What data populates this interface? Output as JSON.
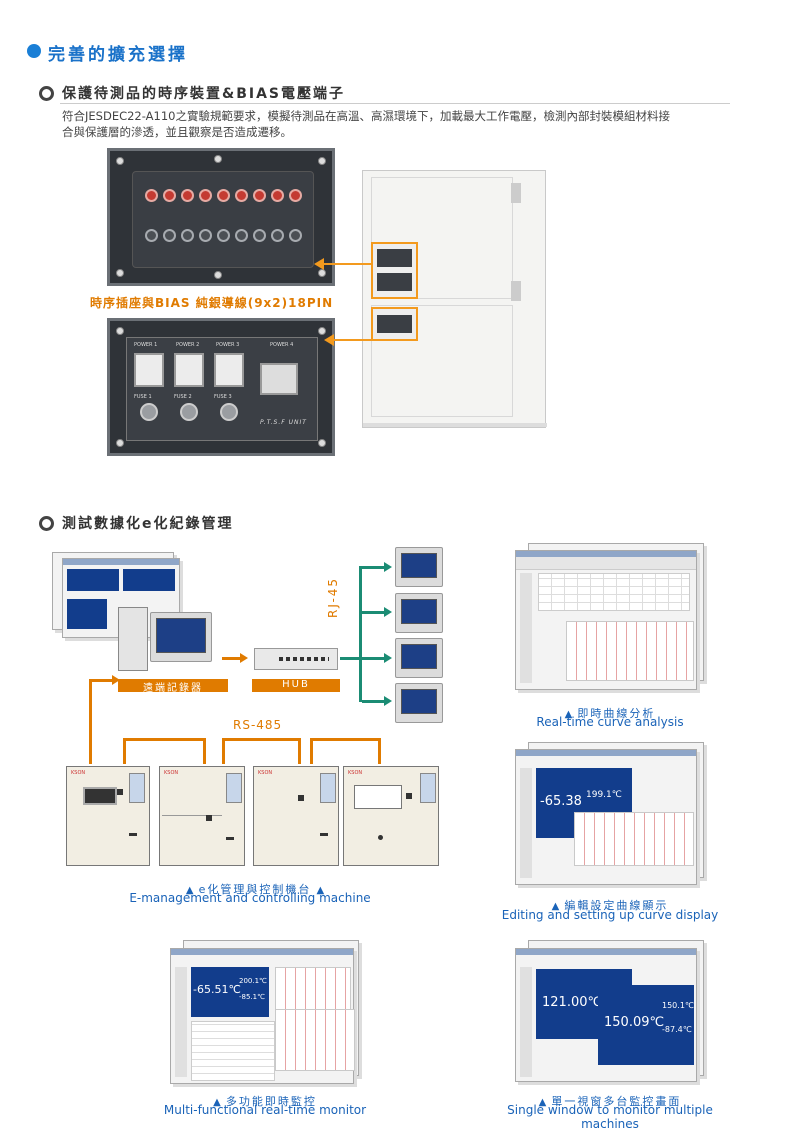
{
  "section_title": "完善的擴充選擇",
  "sub1": {
    "title": "保護待測品的時序裝置&BIAS電壓端子",
    "description_line1": "符合JESDEC22-A110之實驗規範要求，模擬待測品在高溫、高濕環境下，加載最大工作電壓，檢測內部封裝模組材料接",
    "description_line2": "合與保護層的滲透，並且觀察是否造成遷移。",
    "panel_caption": "時序插座與BIAS 純銀導線(9x2)18PIN",
    "power_labels": [
      "POWER 1",
      "POWER 2",
      "POWER 3",
      "POWER 4"
    ],
    "fuse_labels": [
      "FUSE 1",
      "FUSE 2",
      "FUSE 3"
    ],
    "unit_label": "P.T.S.F UNIT"
  },
  "sub2": {
    "title": "測試數據化e化紀錄管理",
    "rj45_label": "RJ-45",
    "rs485_label": "RS-485",
    "remote_label": "遠端記錄器",
    "hub_label": "HUB",
    "machine_brand": "KSON",
    "network_caption_zh": "e化管理與控制機台",
    "network_caption_en": "E-management and controlling machine",
    "screenshots": [
      {
        "caption_zh": "即時曲線分析",
        "caption_en": "Real-time curve analysis"
      },
      {
        "caption_zh": "編輯設定曲線顯示",
        "caption_en": "Editing and setting up curve display",
        "reading1": "-65.38℃",
        "reading2": "199.1℃"
      },
      {
        "caption_zh": "多功能即時監控",
        "caption_en": "Multi-functional real-time monitor",
        "reading1": "-65.51℃",
        "reading2": "200.1℃",
        "reading3": "-85.1℃"
      },
      {
        "caption_zh": "單一視窗多台監控畫面",
        "caption_en": "Single window to monitor multiple machines",
        "reading1": "121.00℃",
        "reading2": "150.09℃",
        "reading3": "150.1℃",
        "reading4": "-87.4℃"
      }
    ]
  },
  "colors": {
    "accent_blue": "#1a72c9",
    "accent_orange": "#e07b00",
    "teal": "#1b8c74"
  }
}
